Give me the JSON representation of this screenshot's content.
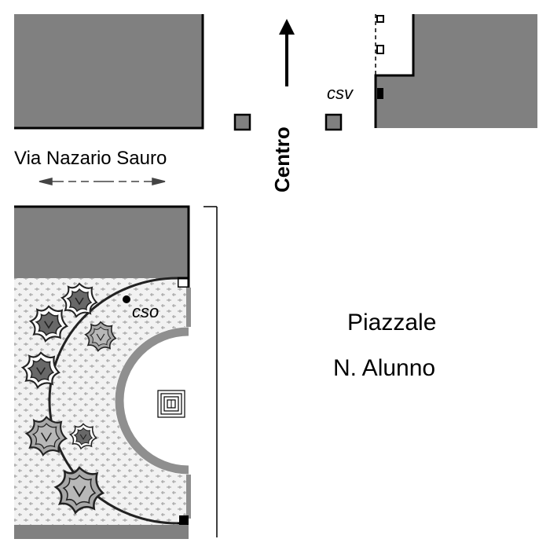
{
  "labels": {
    "street": "Via  Nazario Sauro",
    "direction": "Centro",
    "sensor_vehicle": "csv",
    "sensor_other": "cso",
    "square_line1": "Piazzale",
    "square_line2": "N.  Alunno"
  },
  "colors": {
    "building": "#808080",
    "outline": "#000000",
    "garden_bg": "#f2f2f2",
    "flower_dark": "#686868",
    "flower_light": "#a8a8a8",
    "path": "#8f8f8f",
    "background": "#ffffff"
  },
  "icons": {
    "direction_arrow": "arrow-up-icon",
    "two_way_arrow": "double-arrow-icon",
    "fountain": "fountain-icon",
    "sensor_marker": "sensor-dot-icon",
    "flower": "flower-icon"
  }
}
